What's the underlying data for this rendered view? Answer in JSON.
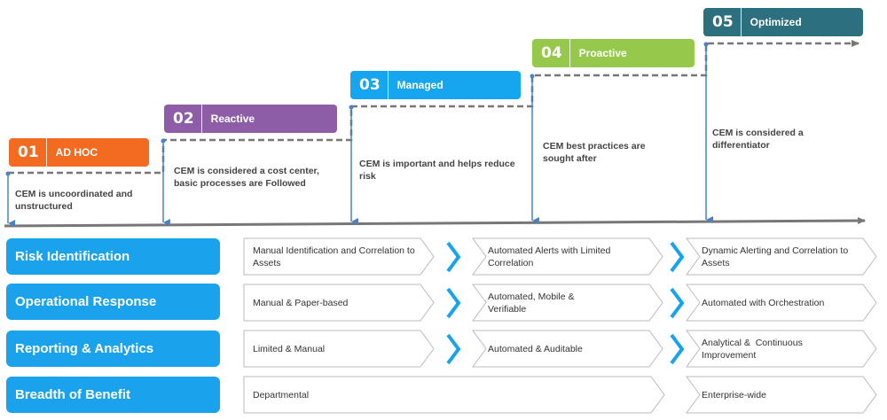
{
  "colors": {
    "adhoc": "#f26b21",
    "reactive": "#8e5da8",
    "managed": "#15a6ef",
    "proactive": "#96c94b",
    "optimized": "#2c6f7e",
    "rowlabel": "#1aa3ec",
    "line": "#777777",
    "marker": "#4a82c6",
    "chevron": "#1aa3ec"
  },
  "stages": [
    {
      "num": "01",
      "name": "AD HOC",
      "desc": "CEM is uncoordinated and unstructured"
    },
    {
      "num": "02",
      "name": "Reactive",
      "desc": "CEM is considered a cost center, basic processes are Followed"
    },
    {
      "num": "03",
      "name": "Managed",
      "desc": "CEM is important and helps reduce risk"
    },
    {
      "num": "04",
      "name": "Proactive",
      "desc": "CEM best practices are sought after"
    },
    {
      "num": "05",
      "name": "Optimized",
      "desc": "CEM is considered a differentiator"
    }
  ],
  "rows": [
    {
      "label": "Risk Identification",
      "cells": [
        "Manual Identification and Correlation to Assets",
        "Automated Alerts with Limited Correlation",
        "Dynamic Alerting and Correlation to Assets"
      ]
    },
    {
      "label": "Operational Response",
      "cells": [
        "Manual & Paper-based",
        "Automated, Mobile & Verifiable",
        "Automated with Orchestration"
      ]
    },
    {
      "label": "Reporting & Analytics",
      "cells": [
        "Limited & Manual",
        "Automated & Auditable",
        "Analytical &  Continuous Improvement"
      ]
    },
    {
      "label": "Breadth of Benefit",
      "cells": [
        "Departmental",
        "Enterprise-wide"
      ]
    }
  ]
}
